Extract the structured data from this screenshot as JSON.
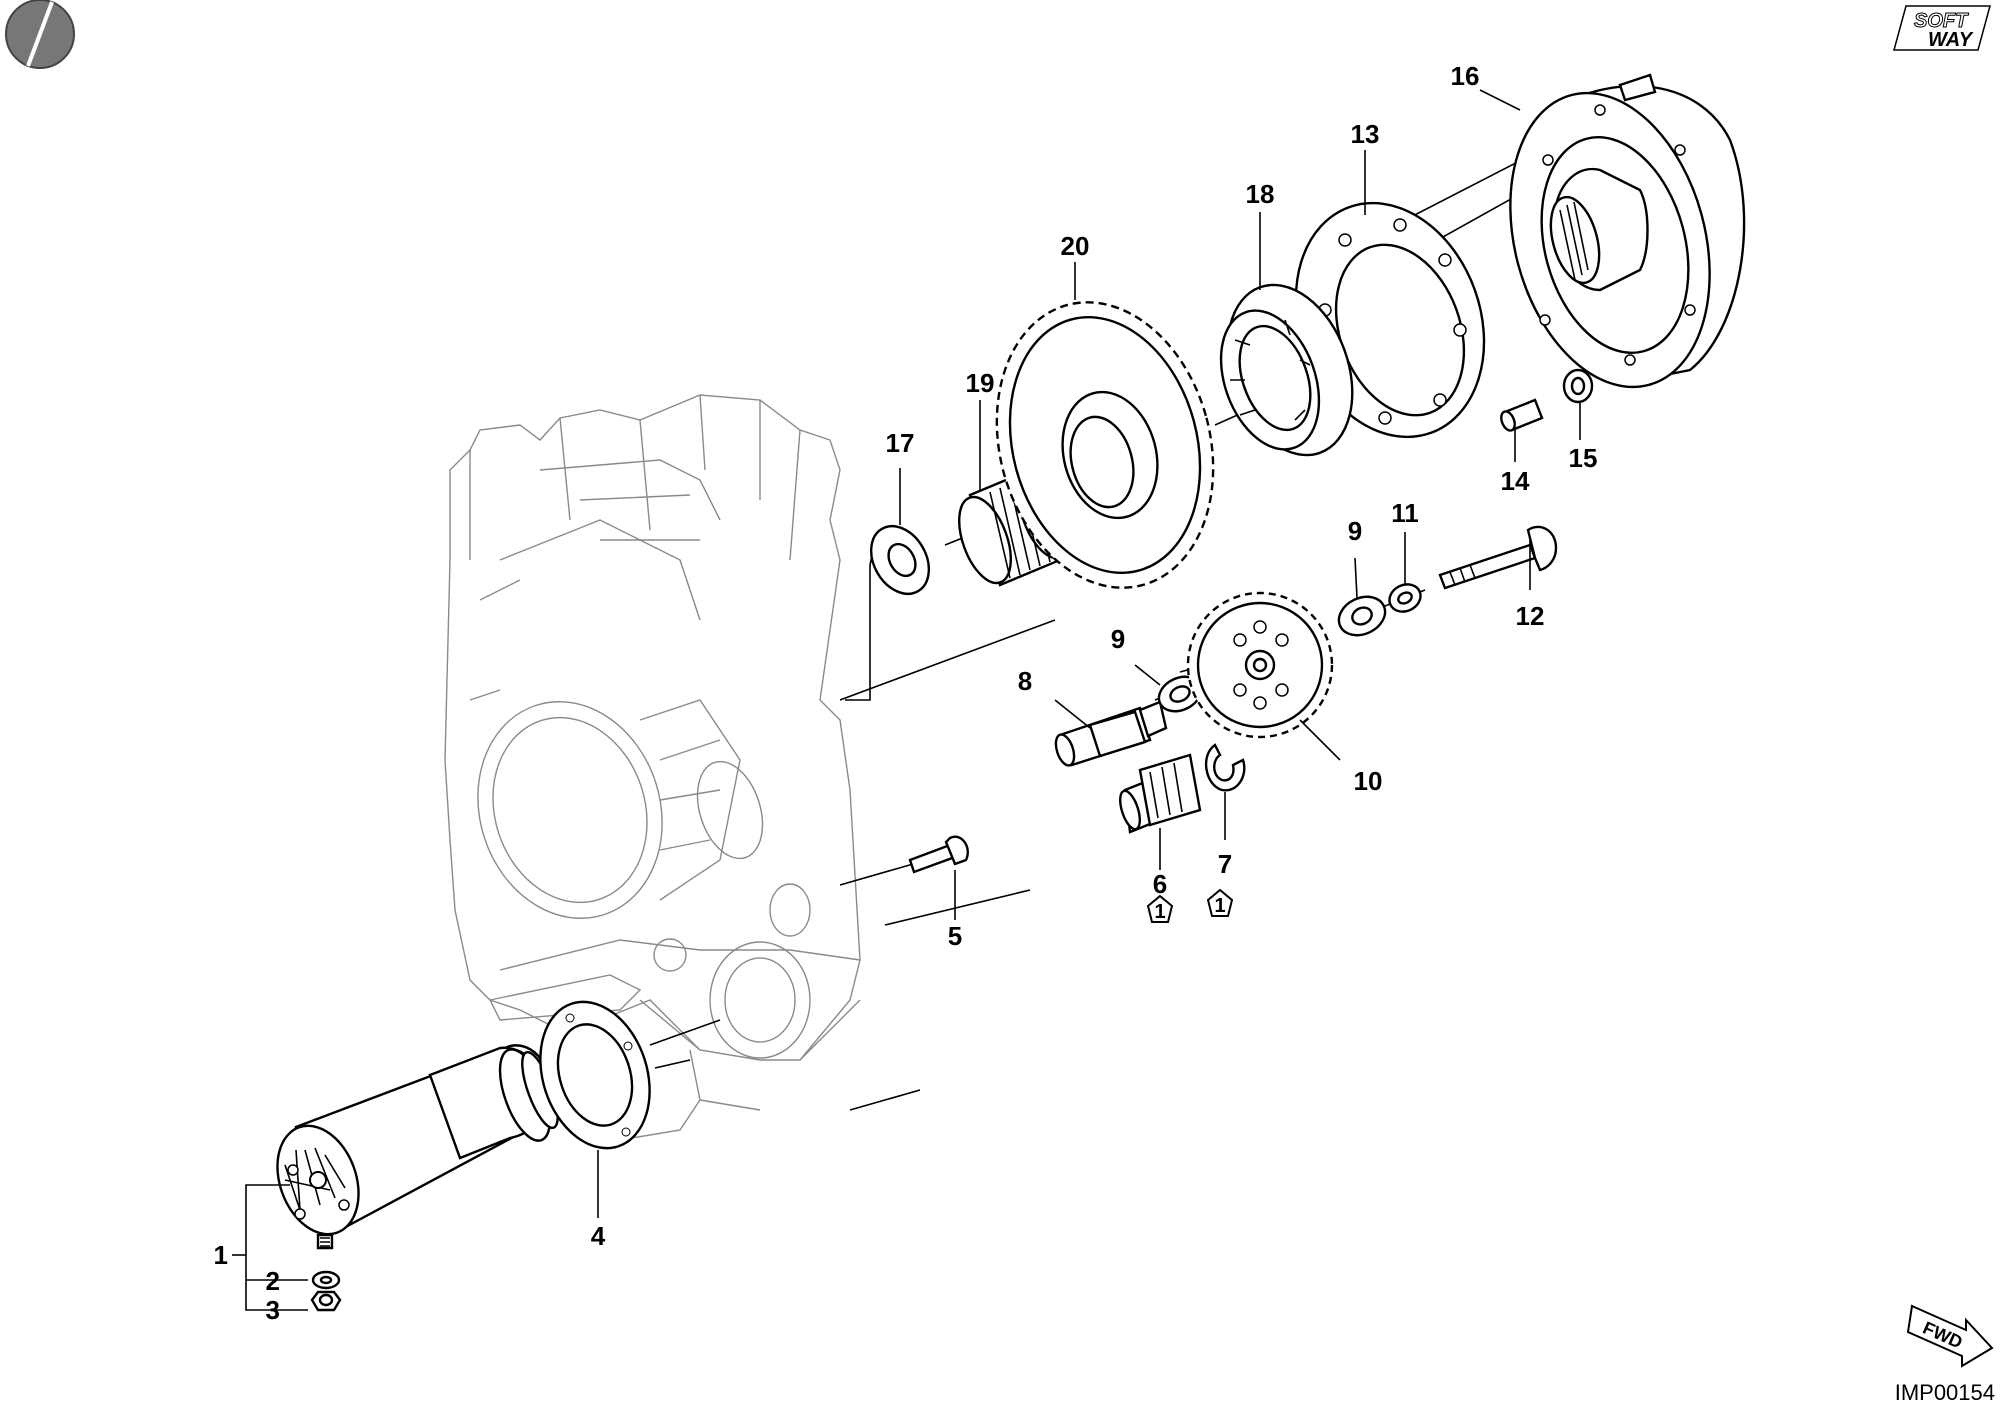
{
  "labels": {
    "p1": "1",
    "p2": "2",
    "p3": "3",
    "p4": "4",
    "p5": "5",
    "p6": "6",
    "p7": "7",
    "p8": "8",
    "p9a": "9",
    "p9b": "9",
    "p10": "10",
    "p11": "11",
    "p12": "12",
    "p13": "13",
    "p14": "14",
    "p15": "15",
    "p16": "16",
    "p17": "17",
    "p18": "18",
    "p19": "19",
    "p20": "20"
  },
  "note_markers": {
    "m6": "1",
    "m7": "1"
  },
  "logo": {
    "line1": "SOFT",
    "line2": "WAY"
  },
  "fwd": "FWD",
  "image_code": "IMP00154",
  "icons": [
    "round-logo-icon",
    "softway-logo",
    "fwd-arrow-icon"
  ]
}
